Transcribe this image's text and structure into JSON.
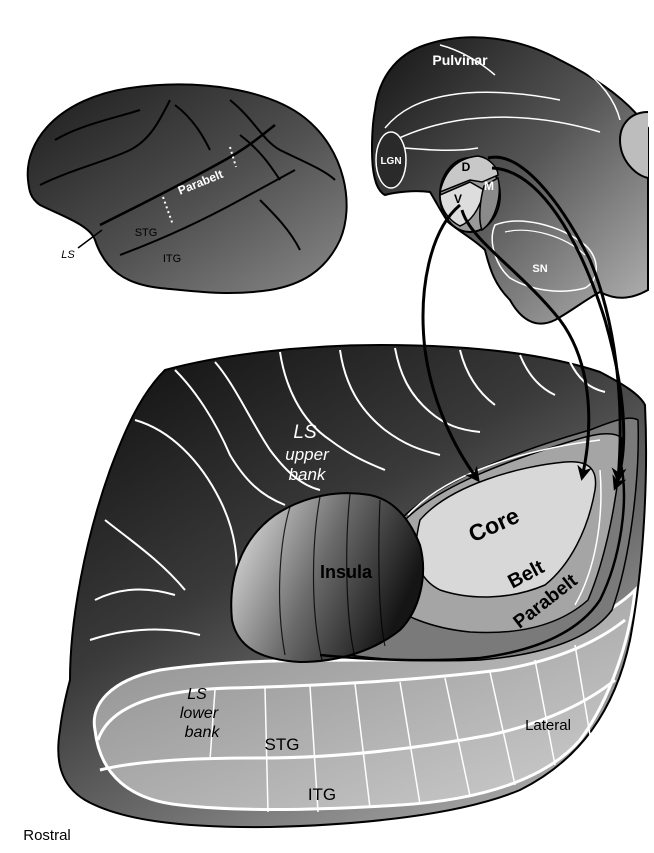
{
  "labels": {
    "pulvinar": "Pulvinar",
    "lgn": "LGN",
    "d": "D",
    "m": "M",
    "v": "V",
    "sn": "SN",
    "small_parabelt": "Parabelt",
    "small_stg": "STG",
    "small_itg": "ITG",
    "small_ls": "LS",
    "ls_upper": "LS",
    "upper": "upper",
    "upper_bank": "bank",
    "insula": "Insula",
    "core": "Core",
    "belt": "Belt",
    "parabelt": "Parabelt",
    "ls_lower": "LS",
    "lower": "lower",
    "lower_bank": "bank",
    "stg": "STG",
    "itg": "ITG",
    "lateral": "Lateral",
    "rostral": "Rostral"
  }
}
